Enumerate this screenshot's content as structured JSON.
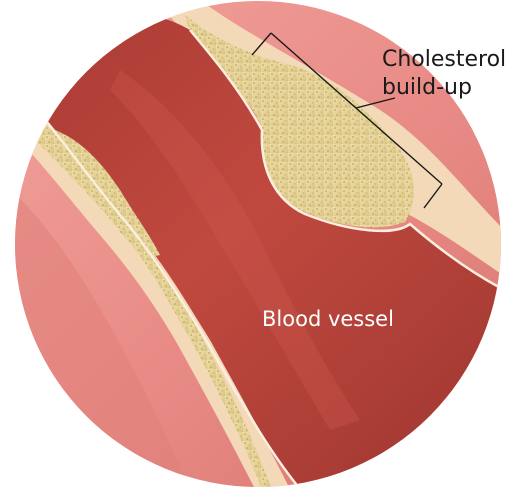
{
  "labels": {
    "cholesterol_line1": "Cholesterol",
    "cholesterol_line2": "build-up",
    "blood_vessel": "Blood vessel"
  },
  "colors": {
    "background": "#ffffff",
    "tissue": "#e98c87",
    "tissue_dark": "#cf6c68",
    "vessel_lumen": "#b9463d",
    "vessel_lumen_dark": "#8e2f2a",
    "plaque": "#e6d49a",
    "plaque_speckle": "#c9b46e",
    "wall_highlight": "#f6e3c8"
  }
}
